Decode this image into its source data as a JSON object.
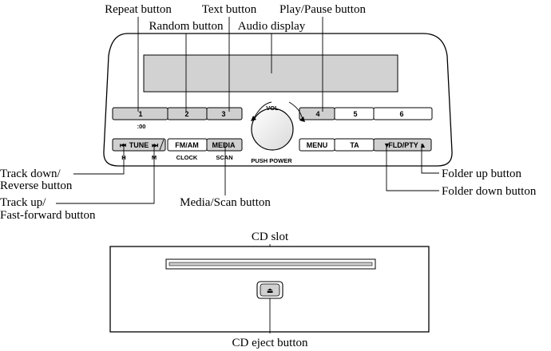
{
  "callouts": {
    "repeat": "Repeat button",
    "random": "Random button",
    "text": "Text button",
    "audio_display": "Audio display",
    "play_pause": "Play/Pause button",
    "track_down_1": "Track down/",
    "track_down_2": "Reverse button",
    "track_up_1": "Track up/",
    "track_up_2": "Fast-forward button",
    "media_scan": "Media/Scan button",
    "folder_up": "Folder up button",
    "folder_down": "Folder down button",
    "cd_slot": "CD slot",
    "cd_eject": "CD eject button"
  },
  "panel": {
    "presets": [
      "1",
      "2",
      "3",
      "4",
      "5",
      "6"
    ],
    "preset1_sub": ":00",
    "vol": "VOL",
    "push_power": "PUSH POWER",
    "tune": "TUNE",
    "tune_h": "H",
    "tune_m": "M",
    "fm_am": "FM/AM",
    "clock": "CLOCK",
    "media": "MEDIA",
    "scan": "SCAN",
    "menu": "MENU",
    "ta": "TA",
    "fld_pty": "FLD/PTY"
  }
}
